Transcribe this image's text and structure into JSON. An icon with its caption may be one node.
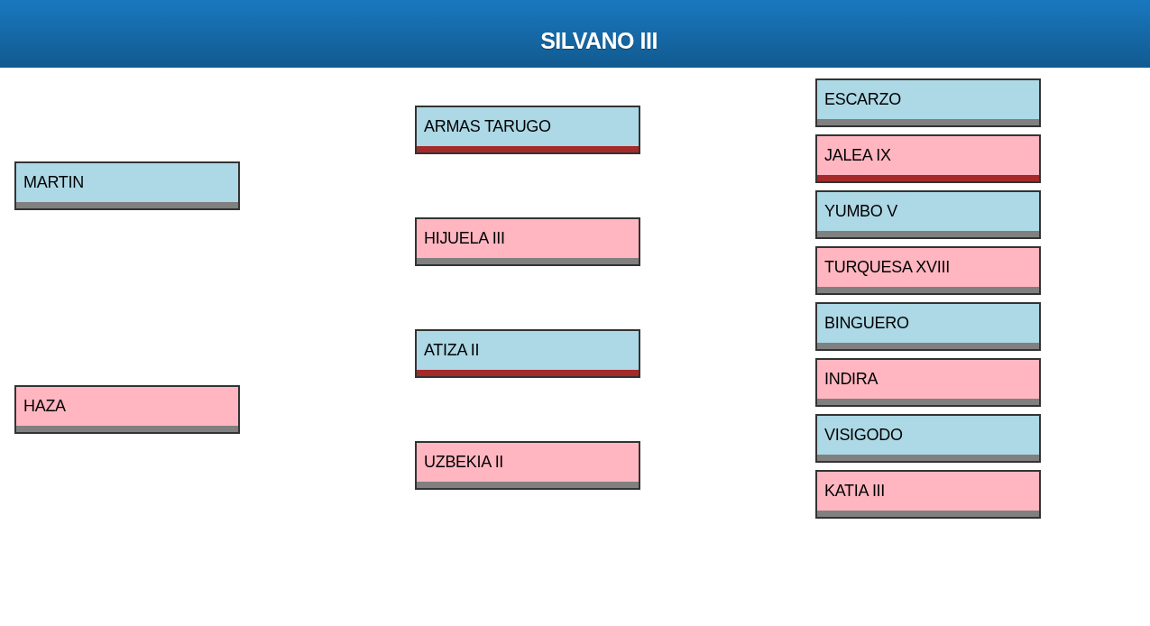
{
  "diagram": {
    "title": "SILVANO III",
    "nodes": [
      {
        "text": [
          "MARTIN"
        ]
      },
      {
        "text": [
          "HAZA"
        ]
      },
      {
        "text": [
          "ARMAS TARUGO"
        ]
      },
      {
        "text": [
          "HIJUELA III"
        ]
      },
      {
        "text": [
          "ATIZA II"
        ]
      },
      {
        "text": [
          "UZBEKIA II"
        ]
      },
      {
        "text": [
          "ESCARZO"
        ]
      },
      {
        "text": [
          "JALEA IX"
        ]
      },
      {
        "text": [
          "YUMBO V"
        ]
      },
      {
        "text": [
          "TURQUESA XVIII"
        ]
      },
      {
        "text": [
          "BINGUERO"
        ]
      },
      {
        "text": [
          "INDIRA"
        ]
      },
      {
        "text": [
          "VISIGODO"
        ]
      },
      {
        "text": [
          "KATIA III"
        ]
      }
    ]
  }
}
